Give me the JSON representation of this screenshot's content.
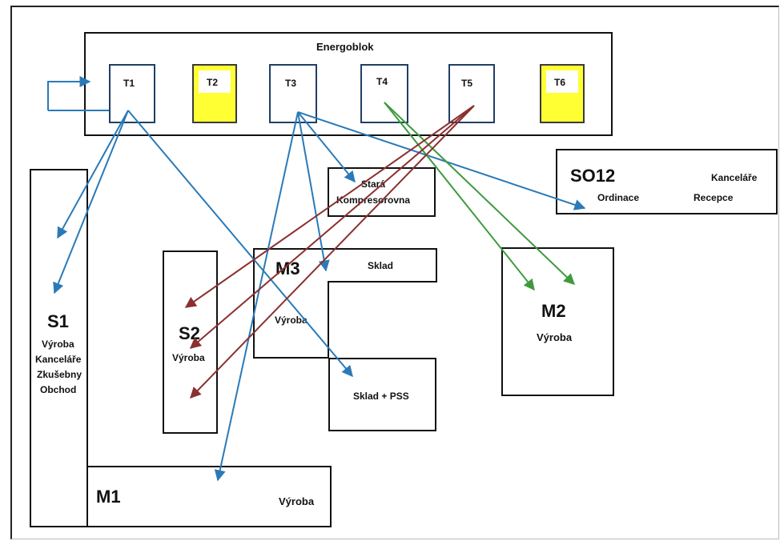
{
  "energoblok": {
    "title": "Energoblok",
    "transformers": [
      {
        "id": "T1",
        "label": "T1",
        "color": "#ffffff"
      },
      {
        "id": "T2",
        "label": "T2",
        "color": "#ffff33"
      },
      {
        "id": "T3",
        "label": "T3",
        "color": "#ffffff"
      },
      {
        "id": "T4",
        "label": "T4",
        "color": "#ffffff"
      },
      {
        "id": "T5",
        "label": "T5",
        "color": "#ffffff"
      },
      {
        "id": "T6",
        "label": "T6",
        "color": "#ffff33"
      }
    ]
  },
  "buildings": {
    "s1": {
      "name": "S1",
      "lines": [
        "Výroba",
        "Kanceláře",
        "Zkušebny",
        "Obchod"
      ]
    },
    "s2": {
      "name": "S2",
      "sub": "Výroba"
    },
    "m1": {
      "name": "M1",
      "sub": "Výroba"
    },
    "m3": {
      "name": "M3",
      "sub": "Výroba",
      "sklad": "Sklad"
    },
    "sklad_pss": {
      "label": "Sklad + PSS"
    },
    "stara_kompresorovna": {
      "line1": "Stará",
      "line2": "Kompresorovna"
    },
    "m2": {
      "name": "M2",
      "sub": "Výroba"
    },
    "so12": {
      "name": "SO12",
      "kancelare": "Kanceláře",
      "ordinace": "Ordinace",
      "recepce": "Recepce"
    }
  },
  "arrow_colors": {
    "T1": "#2a7ab8",
    "T3": "#2a7ab8",
    "T4": "#3f9a3f",
    "T5": "#8b3030"
  }
}
